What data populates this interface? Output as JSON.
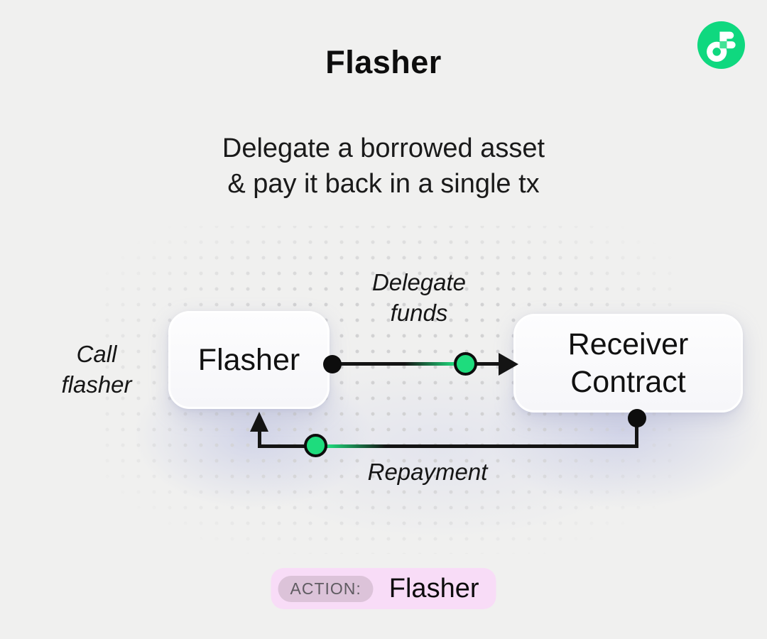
{
  "page": {
    "title": "Flasher",
    "subtitle_line1": "Delegate a borrowed asset",
    "subtitle_line2": "& pay it back in a single tx",
    "background_color": "#f0f0ef"
  },
  "logo": {
    "name": "fluid-logo",
    "circle_color": "#0fd87f"
  },
  "diagram": {
    "nodes": [
      {
        "id": "flasher",
        "label": "Flasher"
      },
      {
        "id": "receiver",
        "label": "Receiver Contract"
      }
    ],
    "edges": [
      {
        "id": "delegate",
        "label": "Delegate funds",
        "from": "flasher",
        "to": "receiver",
        "direction": "right"
      },
      {
        "id": "repayment",
        "label": "Repayment",
        "from": "receiver",
        "to": "flasher",
        "direction": "left-up"
      }
    ],
    "call_label": "Call flasher",
    "accent_green": "#1edc7d",
    "line_color": "#141414",
    "dot_color": "#d2d2d3"
  },
  "action_badge": {
    "prefix": "ACTION:",
    "value": "Flasher",
    "badge_bg": "#f8dcf7",
    "prefix_bg": "#dcc3d9",
    "prefix_text_color": "#5f5b61"
  }
}
